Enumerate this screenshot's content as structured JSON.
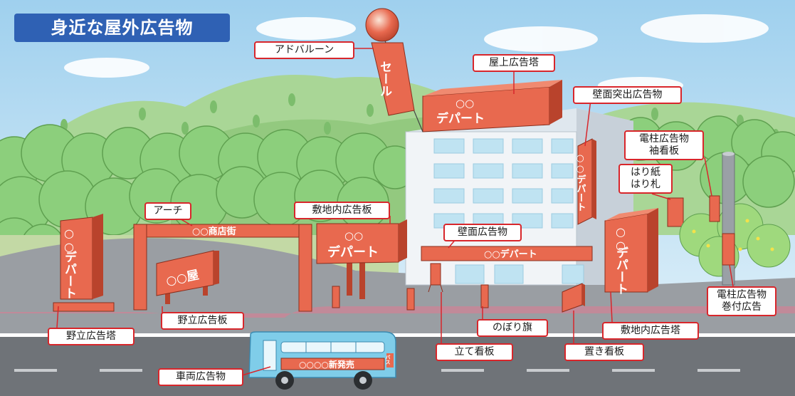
{
  "title": "身近な屋外広告物",
  "labels": {
    "balloon": "アドバルーン",
    "rooftop": "屋上広告塔",
    "wall_projecting": "壁面突出広告物",
    "pole_sleeve_line1": "電柱広告物",
    "pole_sleeve_line2": "袖看板",
    "posters_line1": "はり紙",
    "posters_line2": "はり札",
    "arch": "アーチ",
    "onsite_board": "敷地内広告板",
    "wall_ad": "壁面広告物",
    "freestanding_tower": "野立広告塔",
    "freestanding_board": "野立広告板",
    "nobori": "のぼり旗",
    "onsite_tower": "敷地内広告塔",
    "pole_wrap_line1": "電柱広告物",
    "pole_wrap_line2": "巻付広告",
    "standing_sign": "立て看板",
    "placed_sign": "置き看板",
    "vehicle": "車両広告物"
  },
  "signs": {
    "balloon_banner": "セール",
    "circles": "○○",
    "depart": "デパート",
    "arch_text": "○○商店街",
    "board_text": "○○屋",
    "wall_text": "○○デパート",
    "bus_text": "○○○○新発売",
    "bus_side": "バス"
  },
  "colors": {
    "sign_fill": "#e8694f",
    "sign_dark": "#b9432c",
    "title_bg": "#2f61b4",
    "callout_border": "#d8262b",
    "sky": "#cfe8f5",
    "road": "#6f7378",
    "hill": "#9ccf8c"
  }
}
